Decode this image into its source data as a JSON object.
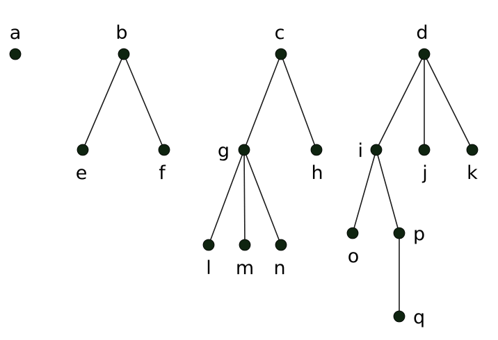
{
  "diagram": {
    "type": "forest",
    "colors": {
      "node_fill": "#0f2410",
      "edge": "#1a1a1a",
      "label": "#000000",
      "background": "#ffffff"
    },
    "nodes": [
      {
        "id": "a",
        "label": "a"
      },
      {
        "id": "b",
        "label": "b"
      },
      {
        "id": "c",
        "label": "c"
      },
      {
        "id": "d",
        "label": "d"
      },
      {
        "id": "e",
        "label": "e"
      },
      {
        "id": "f",
        "label": "f"
      },
      {
        "id": "g",
        "label": "g"
      },
      {
        "id": "h",
        "label": "h"
      },
      {
        "id": "i",
        "label": "i"
      },
      {
        "id": "j",
        "label": "j"
      },
      {
        "id": "k",
        "label": "k"
      },
      {
        "id": "l",
        "label": "l"
      },
      {
        "id": "m",
        "label": "m"
      },
      {
        "id": "n",
        "label": "n"
      },
      {
        "id": "o",
        "label": "o"
      },
      {
        "id": "p",
        "label": "p"
      },
      {
        "id": "q",
        "label": "q"
      }
    ],
    "edges": [
      {
        "from": "b",
        "to": "e"
      },
      {
        "from": "b",
        "to": "f"
      },
      {
        "from": "c",
        "to": "g"
      },
      {
        "from": "c",
        "to": "h"
      },
      {
        "from": "g",
        "to": "l"
      },
      {
        "from": "g",
        "to": "m"
      },
      {
        "from": "g",
        "to": "n"
      },
      {
        "from": "d",
        "to": "i"
      },
      {
        "from": "d",
        "to": "j"
      },
      {
        "from": "d",
        "to": "k"
      },
      {
        "from": "i",
        "to": "o"
      },
      {
        "from": "i",
        "to": "p"
      },
      {
        "from": "p",
        "to": "q"
      }
    ]
  }
}
